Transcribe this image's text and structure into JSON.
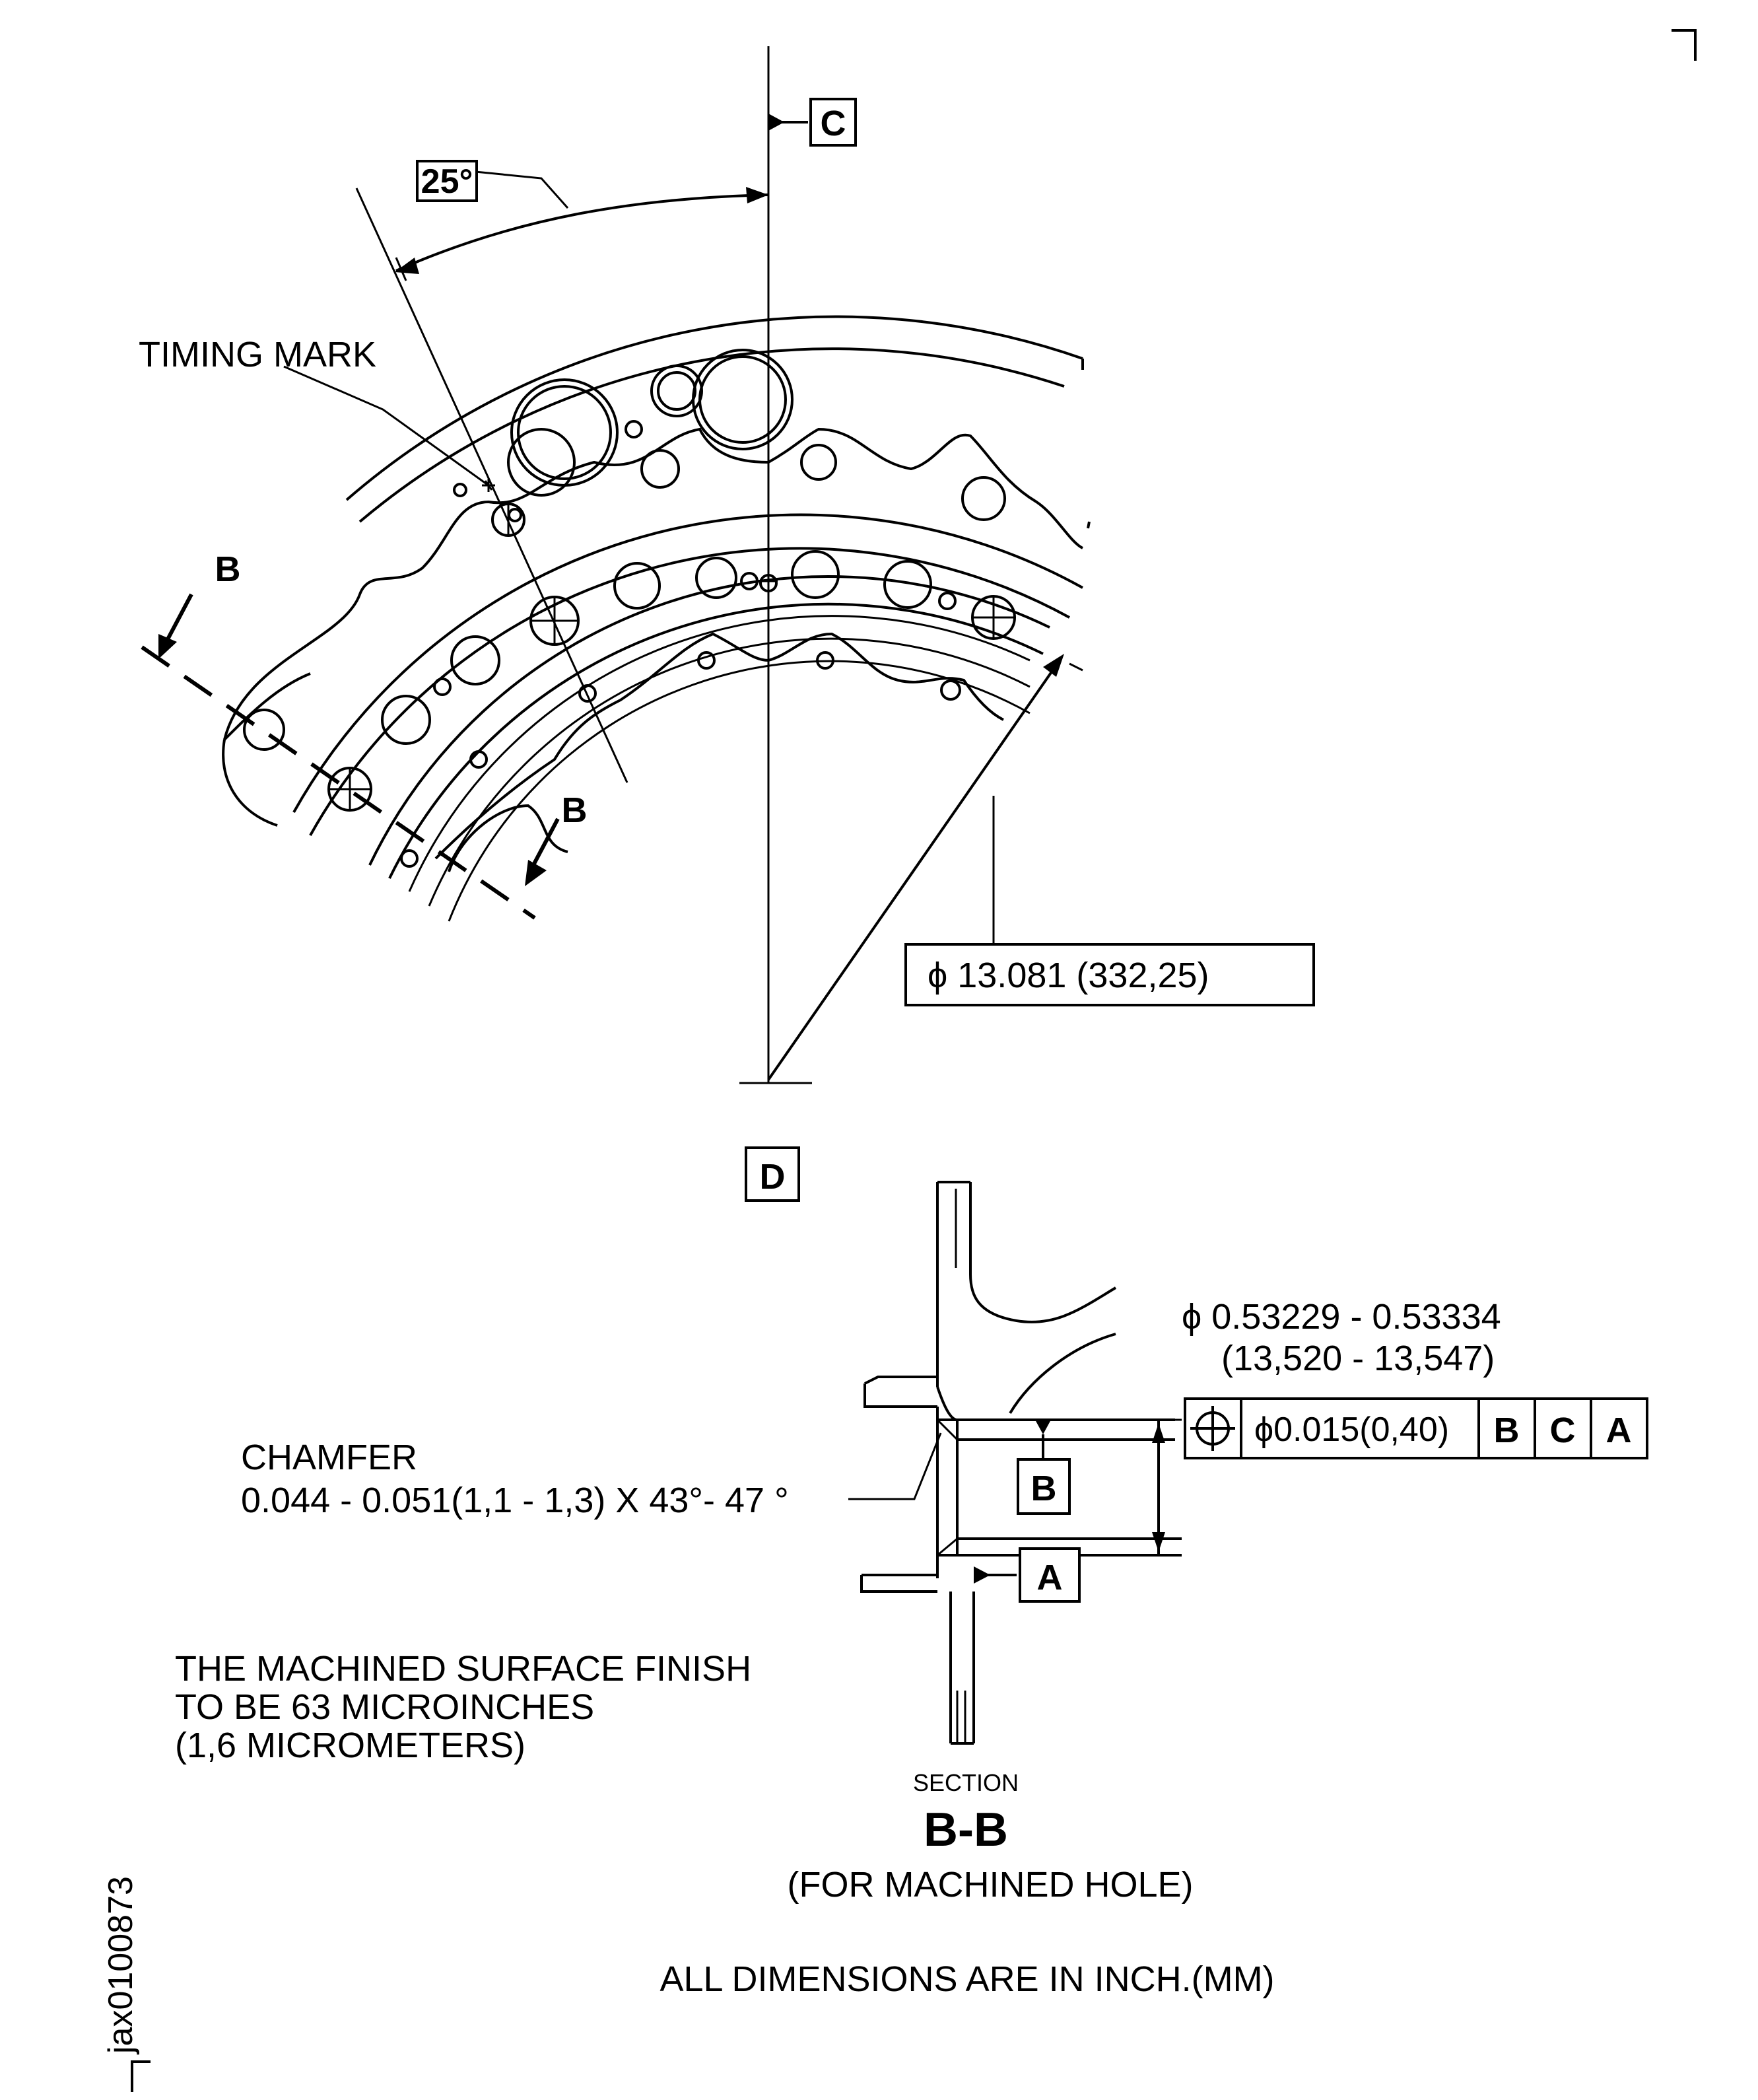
{
  "datums": {
    "c": "C",
    "d": "D",
    "a": "A",
    "b": "B"
  },
  "angle_label": "25°",
  "timing_mark_label": "TIMING MARK",
  "section_cut_labels": {
    "top": "B",
    "bottom": "B"
  },
  "diameter_callout": "ϕ 13.081 (332,25)",
  "hole_diameter": {
    "line1": "ϕ 0.53229 - 0.53334",
    "line2": "(13,520 - 13,547)"
  },
  "feature_control_frame": {
    "tolerance": "ϕ0.015(0,40)",
    "datum1": "B",
    "datum2": "C",
    "datum3": "A"
  },
  "chamfer": {
    "line1": "CHAMFER",
    "line2": "0.044 - 0.051(1,1 - 1,3) X 43°- 47 °"
  },
  "surface_finish_note": {
    "line1": "THE MACHINED SURFACE FINISH",
    "line2": "TO BE 63 MICROINCHES",
    "line3": "(1,6 MICROMETERS)"
  },
  "section_title": {
    "small": "SECTION",
    "main": "B-B",
    "sub": "(FOR MACHINED HOLE)"
  },
  "units_note": "ALL DIMENSIONS ARE IN INCH.(MM)",
  "figure_id": "jax0100873"
}
